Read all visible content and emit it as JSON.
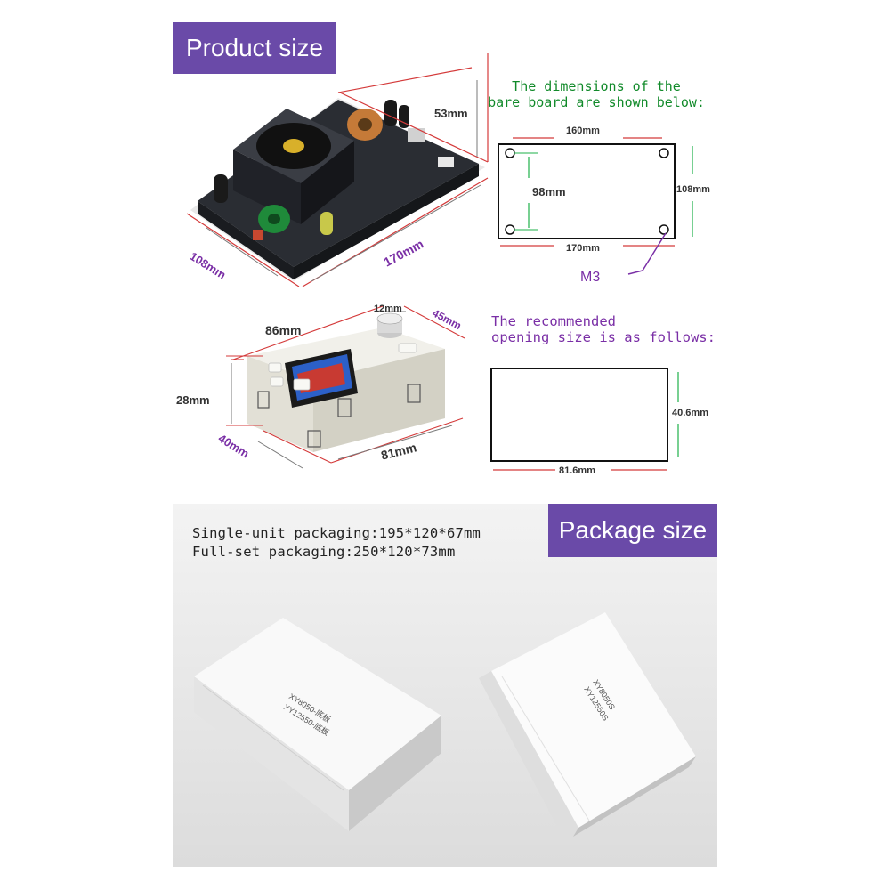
{
  "colors": {
    "purple": "#6a4aa8",
    "green": "#118a2a",
    "dim_red": "#d43a3a",
    "board_text_purple": "#7a2fa6"
  },
  "product_section": {
    "title": "Product size",
    "board_dims": {
      "height": "53mm",
      "width": "108mm",
      "length": "170mm"
    },
    "bare_board": {
      "heading_line1": "The dimensions of the",
      "heading_line2": "bare board are shown below:",
      "top": "160mm",
      "inner_height": "98mm",
      "outer_height": "108mm",
      "bottom": "170mm",
      "hole": "M3"
    },
    "panel_dims": {
      "knob": "12mm",
      "width": "86mm",
      "depth": "45mm",
      "height": "28mm",
      "side": "40mm",
      "length": "81mm"
    },
    "opening": {
      "heading_line1": "The recommended",
      "heading_line2": "opening size is as follows:",
      "height": "40.6mm",
      "width": "81.6mm"
    }
  },
  "package_section": {
    "title": "Package size",
    "single_unit": "Single-unit packaging:195*120*67mm",
    "full_set": "Full-set packaging:250*120*73mm",
    "box_left_lines": [
      "XY8050-底板",
      "XY12550-底板"
    ],
    "box_right_lines": [
      "XY8050S",
      "XY12550S"
    ]
  }
}
